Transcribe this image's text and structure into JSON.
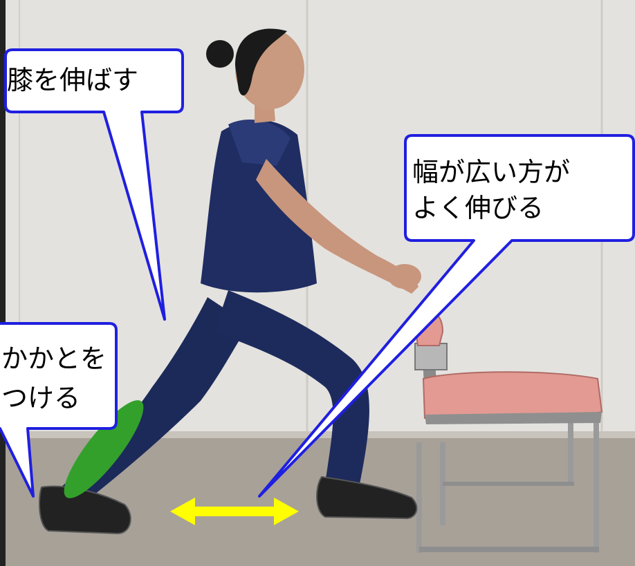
{
  "callouts": {
    "knee": {
      "text": "膝を伸ばす"
    },
    "width": {
      "line1": "幅が広い方が",
      "line2": "よく伸びる"
    },
    "heel": {
      "line1": "かかとを",
      "line2": "つける"
    }
  },
  "colors": {
    "callout_border": "#1f1fe0",
    "callout_fill": "#ffffff",
    "highlight_calf": "#33a02c",
    "arrow": "#ffff00",
    "wall": "#e6e4e0",
    "floor": "#a9a29a",
    "clothing": "#1c2a5a",
    "chair_seat": "#e39a92"
  }
}
